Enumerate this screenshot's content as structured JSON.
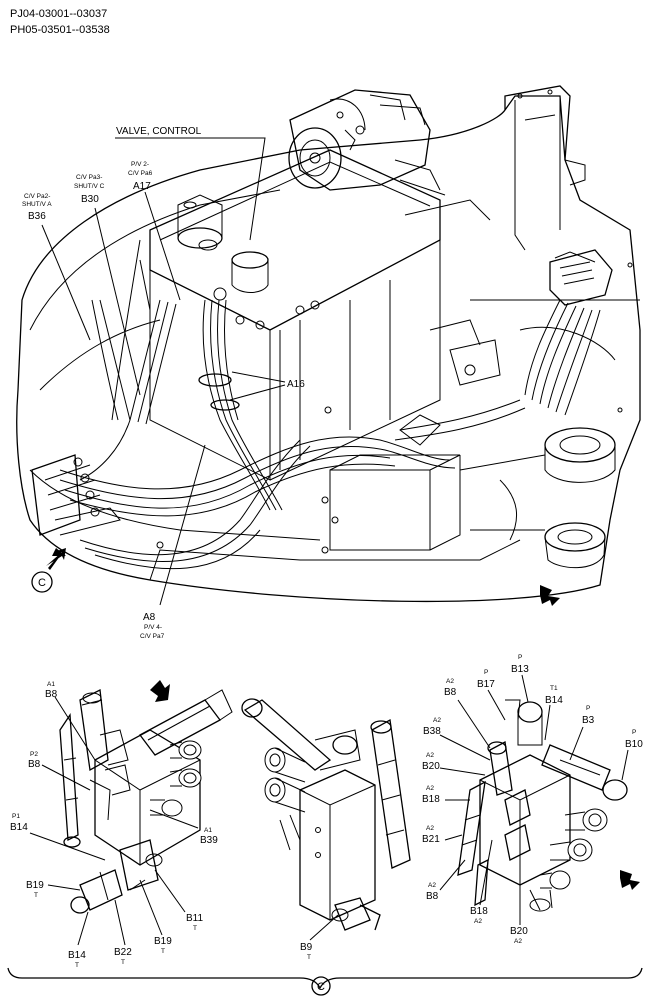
{
  "header": {
    "line1": "PJ04-03001--03037",
    "line2": "PH05-03501--03538"
  },
  "main_view": {
    "valve_control": "VALVE, CONTROL",
    "b36": {
      "desc1": "C/V Pa2-",
      "desc2": "SHUT/V A",
      "code": "B36"
    },
    "b30": {
      "desc1": "C/V Pa3-",
      "desc2": "SHUT/V C",
      "code": "B30"
    },
    "a17": {
      "desc1": "P/V 2-",
      "desc2": "C/V Pa6",
      "code": "A17"
    },
    "a16": "A16",
    "a8": {
      "code": "A8",
      "desc1": "P/V 4-",
      "desc2": "C/V Pa7"
    },
    "view_marker": "C"
  },
  "left_view": {
    "b8_top": {
      "port": "A1",
      "code": "B8"
    },
    "b8_mid": {
      "port": "P2",
      "code": "B8"
    },
    "b14": {
      "port": "P1",
      "code": "B14"
    },
    "b39": {
      "port": "A1",
      "code": "B39"
    },
    "b19_left": {
      "code": "B19",
      "port": "T"
    },
    "b14_bottom": {
      "code": "B14",
      "port": "T"
    },
    "b22": {
      "code": "B22",
      "port": "T"
    },
    "b19_right": {
      "code": "B19",
      "port": "T"
    },
    "b11": {
      "code": "B11",
      "port": "T"
    }
  },
  "center_view": {
    "b9": {
      "code": "B9",
      "port": "T"
    }
  },
  "right_view": {
    "b13": {
      "port": "P",
      "code": "B13"
    },
    "b17": {
      "port": "P",
      "code": "B17"
    },
    "b8_top": {
      "port": "A2",
      "code": "B8"
    },
    "b14": {
      "port": "T1",
      "code": "B14"
    },
    "b3": {
      "port": "P",
      "code": "B3"
    },
    "b10": {
      "port": "P",
      "code": "B10"
    },
    "b38": {
      "port": "A2",
      "code": "B38"
    },
    "b20_top": {
      "port": "A2",
      "code": "B20"
    },
    "b18_top": {
      "port": "A2",
      "code": "B18"
    },
    "b21": {
      "port": "A2",
      "code": "B21"
    },
    "b8_bottom": {
      "port": "A2",
      "code": "B8"
    },
    "b18_bottom": {
      "code": "B18",
      "port": "A2"
    },
    "b20_bottom": {
      "code": "B20",
      "port": "A2"
    }
  },
  "footer": {
    "view_marker": "C"
  }
}
